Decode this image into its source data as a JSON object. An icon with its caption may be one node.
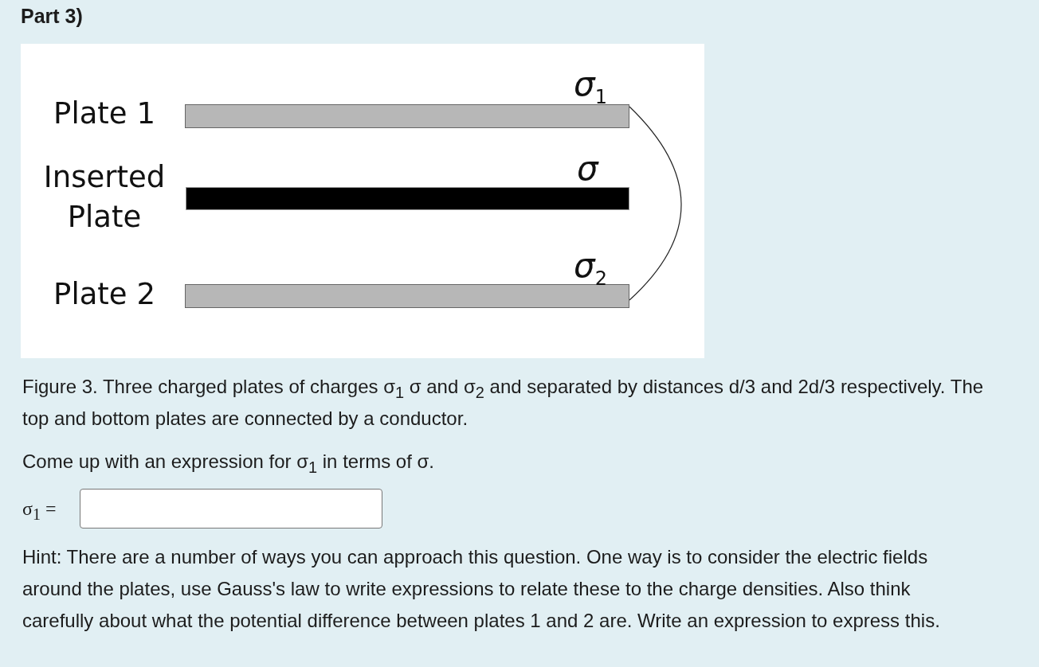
{
  "diagram": {
    "title": "Part 3)",
    "nodes": [
      {
        "text": [],
        "shape": "bar",
        "beside": [
          "Plate 1",
          "σ$_{1}$"
        ]
      },
      {
        "text": [],
        "shape": "bar",
        "beside": [
          "Inserted Plate",
          "σ"
        ]
      },
      {
        "text": [],
        "shape": "bar",
        "beside": [
          "Plate 2",
          "σ$_{2}$"
        ]
      }
    ],
    "edges": [
      {
        "from": 0,
        "to": 2,
        "arrow": "none"
      }
    ],
    "caption": "Figure 3. Three charged plates of charges σ$_{1}$ σ and σ$_{2}$ and separated by distances d/3 and 2d/3 respectively. The top and bottom plates are connected by a conductor.",
    "labels": [
      "Come up with an expression for σ$_{1}$ in terms of σ.",
      "σ$_{1}$ =",
      "Hint: There are a number of ways you can approach this question. One way is to consider the electric fields around the plates, use Gauss's law to write expressions to relate these to the charge densities. Also think carefully about what the potential difference between plates 1 and 2 are. Write an expression to express this."
    ]
  }
}
